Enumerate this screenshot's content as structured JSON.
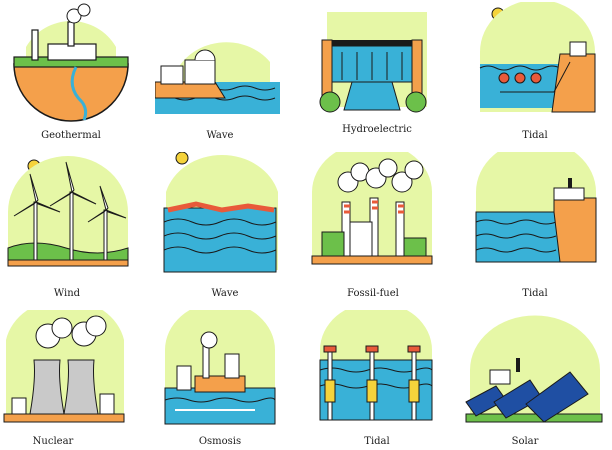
{
  "colors": {
    "sky": "#e6f7a6",
    "water": "#39b1d7",
    "ground": "#f4a04b",
    "ink": "#1a1a1a",
    "green": "#6cc04a",
    "smoke": "#ffffff",
    "sun": "#f5d33b",
    "red": "#e85a3a",
    "panel": "#1f4fa3",
    "gray": "#c9c9c9"
  },
  "tiles": [
    {
      "label": "Geothermal",
      "icon": "geothermal-plant-icon"
    },
    {
      "label": "Wave",
      "icon": "wave-plant-icon"
    },
    {
      "label": "Hydroelectric",
      "icon": "hydroelectric-dam-icon"
    },
    {
      "label": "Tidal",
      "icon": "tidal-plant-icon"
    },
    {
      "label": "Wind",
      "icon": "wind-turbines-icon"
    },
    {
      "label": "Wave",
      "icon": "wave-floating-icon"
    },
    {
      "label": "Fossil-fuel",
      "icon": "fossil-fuel-plant-icon"
    },
    {
      "label": "Tidal",
      "icon": "tidal-barrage-icon"
    },
    {
      "label": "Nuclear",
      "icon": "nuclear-plant-icon"
    },
    {
      "label": "Osmosis",
      "icon": "osmosis-plant-icon"
    },
    {
      "label": "Tidal",
      "icon": "tidal-turbines-icon"
    },
    {
      "label": "Solar",
      "icon": "solar-farm-icon"
    }
  ]
}
